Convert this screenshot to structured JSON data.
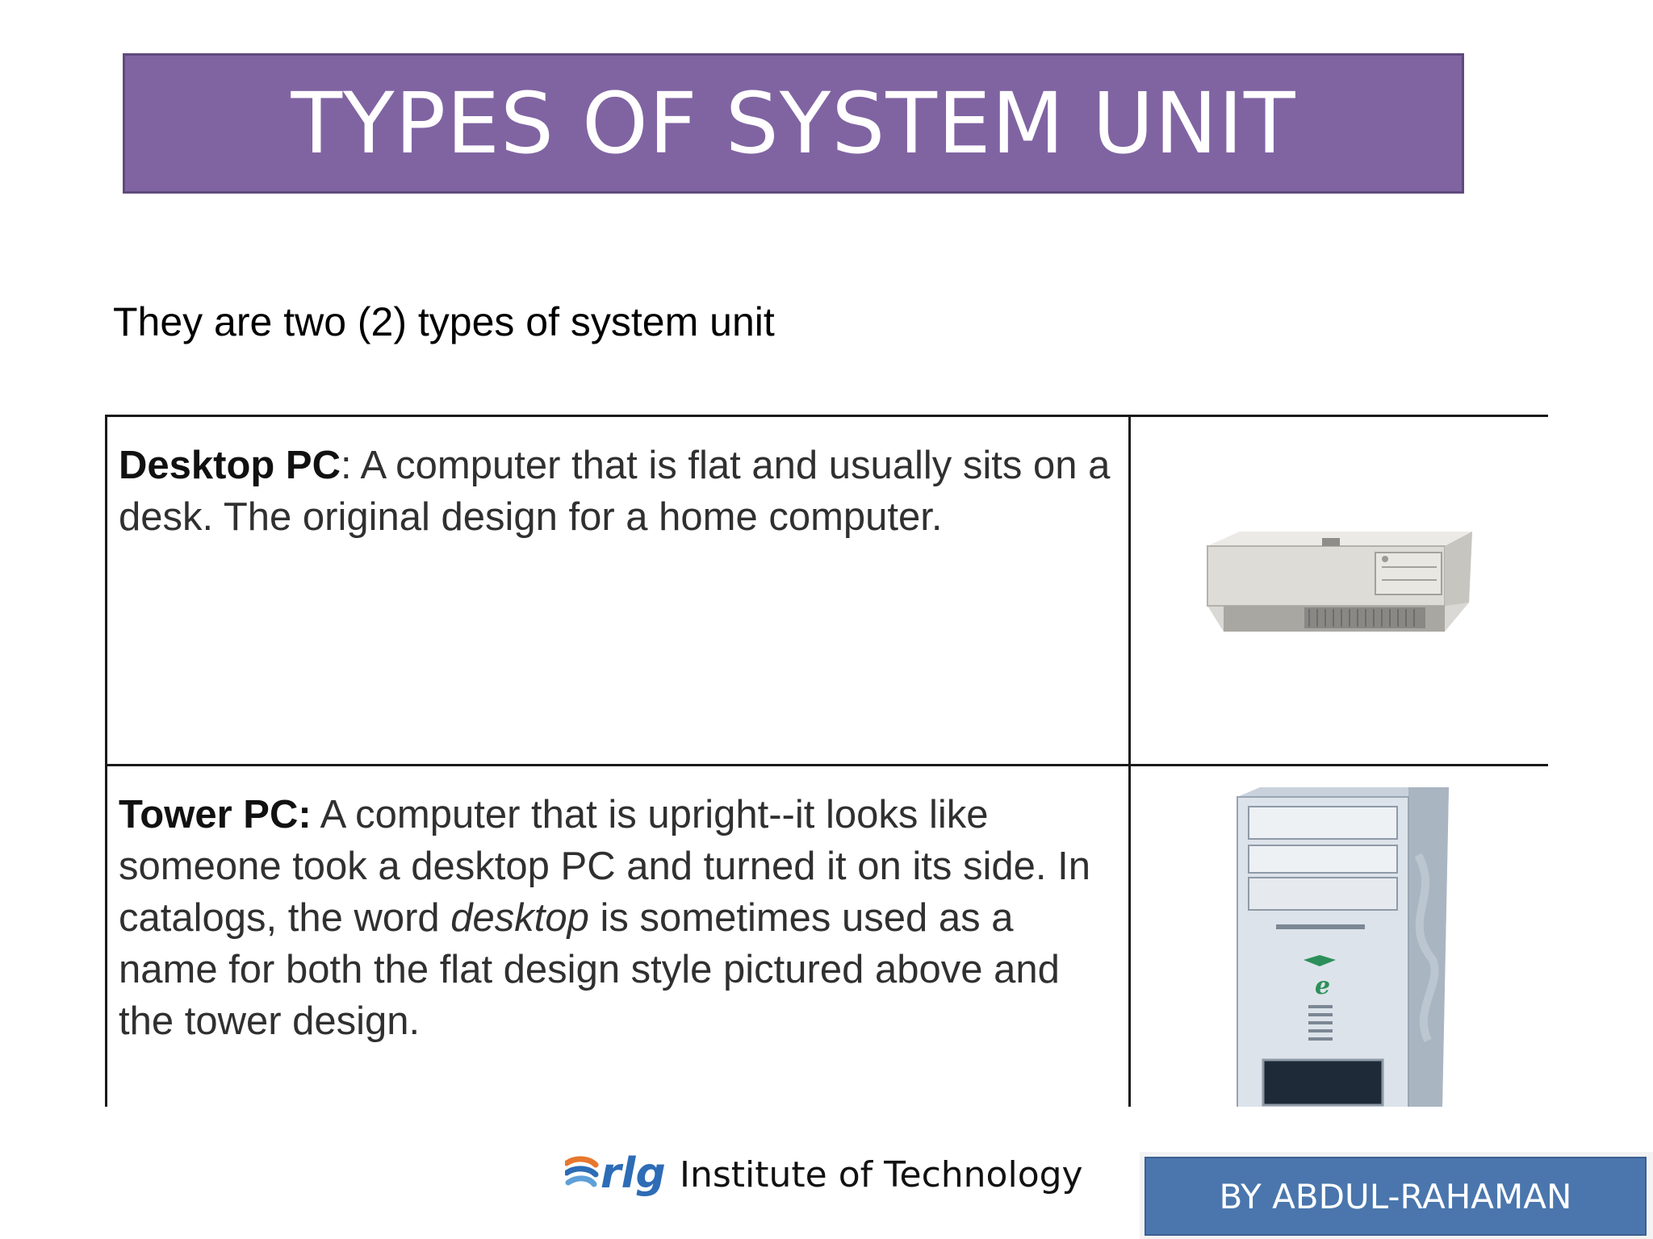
{
  "slide": {
    "title": "TYPES OF SYSTEM UNIT",
    "intro": "They are two (2) types of system unit"
  },
  "table": {
    "rows": [
      {
        "term": "Desktop PC",
        "separator": ":",
        "definition": " A computer that is flat and usually sits on a desk. The original design for a home computer.",
        "image": "desktop-pc-icon"
      },
      {
        "term": "Tower PC:",
        "definition_before": " A computer that is upright--it looks like someone took a desktop PC and turned it on its side.  In catalogs, the word ",
        "definition_em": "desktop",
        "definition_after": " is sometimes used as a name for both the flat design style pictured above and the tower design.",
        "image": "tower-pc-icon"
      }
    ]
  },
  "footer": {
    "logo_text": "rlg",
    "institute": "Institute of Technology",
    "author": "BY ABDUL-RAHAMAN"
  },
  "colors": {
    "banner": "#8064a2",
    "author_box": "#4a76ad",
    "logo_blue": "#2d6cb6",
    "logo_orange": "#e8772e"
  }
}
